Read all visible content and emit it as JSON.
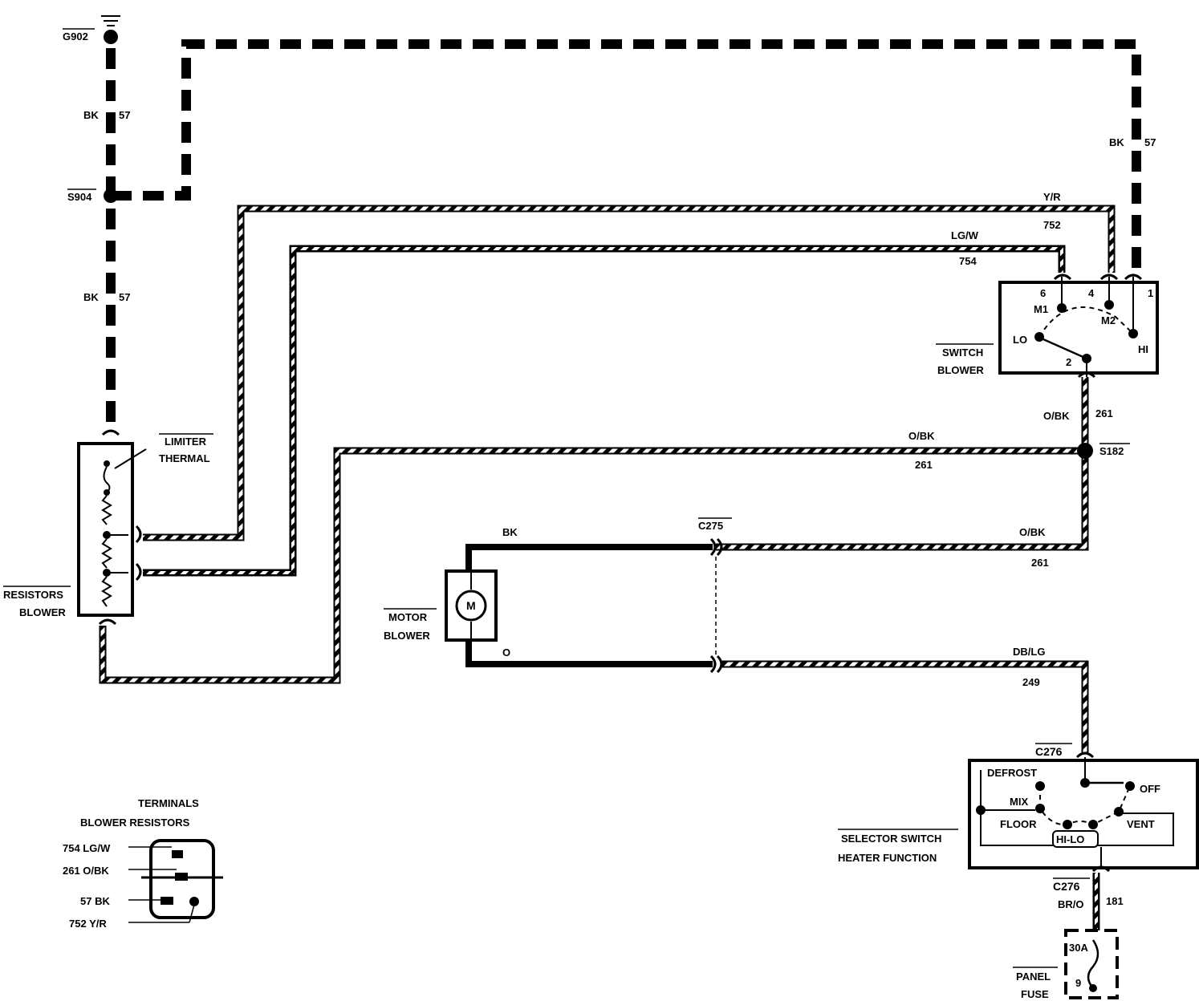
{
  "labels": {
    "g902": "G902",
    "s904": "S904",
    "s182": "S182",
    "c275": "C275",
    "c276_top": "C276",
    "c276_bottom": "C276",
    "blower_switch_l1": "BLOWER",
    "blower_switch_l2": "SWITCH",
    "blower_resistors_l1": "BLOWER",
    "blower_resistors_l2": "RESISTORS",
    "thermal_limiter_l1": "THERMAL",
    "thermal_limiter_l2": "LIMITER",
    "blower_motor_l1": "BLOWER",
    "blower_motor_l2": "MOTOR",
    "motor_symbol": "M",
    "heater_switch_l1": "HEATER FUNCTION",
    "heater_switch_l2": "SELECTOR SWITCH",
    "fuse_panel_l1": "FUSE",
    "fuse_panel_l2": "PANEL",
    "fuse_rating": "30A",
    "fuse_number": "9",
    "terminals_title_l1": "BLOWER RESISTORS",
    "terminals_title_l2": "TERMINALS"
  },
  "wires": {
    "w57_left_top": {
      "circuit": "57",
      "color": "BK"
    },
    "w57_left_mid": {
      "circuit": "57",
      "color": "BK"
    },
    "w57_right": {
      "circuit": "57",
      "color": "BK"
    },
    "w752": {
      "circuit": "752",
      "color": "Y/R"
    },
    "w754": {
      "circuit": "754",
      "color": "LG/W"
    },
    "w261_switch": {
      "circuit": "261",
      "color": "O/BK"
    },
    "w261_horizontal": {
      "circuit": "261",
      "color": "O/BK"
    },
    "w261_motor": {
      "circuit": "261",
      "color": "O/BK"
    },
    "motor_ground": {
      "color": "BK"
    },
    "motor_feed": {
      "color": "O"
    },
    "w249": {
      "circuit": "249",
      "color": "DB/LG"
    },
    "w181": {
      "circuit": "181",
      "color": "BR/O"
    }
  },
  "blower_switch": {
    "pins": [
      "6",
      "4",
      "1",
      "2"
    ],
    "contacts": [
      "M1",
      "M2",
      "LO",
      "HI"
    ]
  },
  "heater_switch": {
    "positions": [
      "DEFROST",
      "OFF",
      "MIX",
      "FLOOR",
      "VENT",
      "HI-LO"
    ]
  },
  "terminals": [
    {
      "label": "754 LG/W"
    },
    {
      "label": "261 O/BK"
    },
    {
      "label": "57 BK"
    },
    {
      "label": "752 Y/R"
    }
  ]
}
